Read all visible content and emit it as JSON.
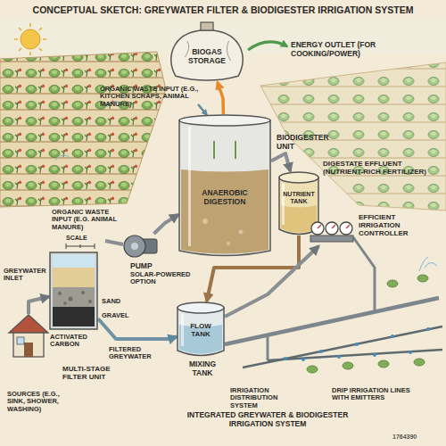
{
  "diagram": {
    "title": "CONCEPTUAL SKETCH: GREYWATER FILTER & BIODIGESTER IRRIGATION SYSTEM",
    "caption": "INTEGRATED GREYWATER & BIODIGESTER IRRIGATION SYSTEM",
    "nodes": [
      {
        "text": [
          "BIOGAS STORAGE"
        ]
      },
      {
        "text": [
          "BIODIGESTER UNIT",
          "ANAEROBIC DIGESTION"
        ]
      },
      {
        "text": [
          "NUTRIENT TANK"
        ]
      },
      {
        "text": [
          "EFFICIENT IRRIGATION CONTROLLER"
        ]
      },
      {
        "text": [
          "PUMP",
          "SOLAR-POWERED OPTION"
        ]
      },
      {
        "text": [
          "MULTI-STAGE FILTER UNIT"
        ]
      },
      {
        "text": [
          "MIXING TANK",
          "FLOW TANK"
        ]
      },
      {
        "text": [
          "SOURCES (E.G., SINK, SHOWER, WASHING)"
        ]
      }
    ],
    "edges": [
      {
        "from": 1,
        "to": 0,
        "arrow": "to"
      },
      {
        "from": 1,
        "to": 2,
        "arrow": "to"
      },
      {
        "from": 2,
        "to": 6,
        "arrow": "to"
      },
      {
        "from": 4,
        "to": 1,
        "arrow": "to"
      },
      {
        "from": 7,
        "to": 5,
        "arrow": "to"
      },
      {
        "from": 5,
        "to": 6,
        "arrow": "to"
      },
      {
        "from": 6,
        "to": 3,
        "arrow": "to"
      }
    ],
    "labels": [
      "ORGANIC WASTE INPUT (E.G., KITCHEN SCRAPS, ANIMAL MANURE)",
      "ENERGY OUTLET (FOR COOKING/POWER)",
      "ORGANIC WASTE INPUT (E.G. ANIMAL MANURE)",
      "SCALE",
      "GREYWATER INLET",
      "SAND",
      "GRAVEL",
      "ACTIVATED CARBON",
      "FILTERED GREYWATER",
      "DIGESTATE EFFLUENT (NUTRIENT-RICH FERTILIZER)",
      "IRRIGATION DISTRIBUTION SYSTEM",
      "DRIP IRRIGATION LINES WITH EMITTERS",
      "1764390"
    ]
  }
}
